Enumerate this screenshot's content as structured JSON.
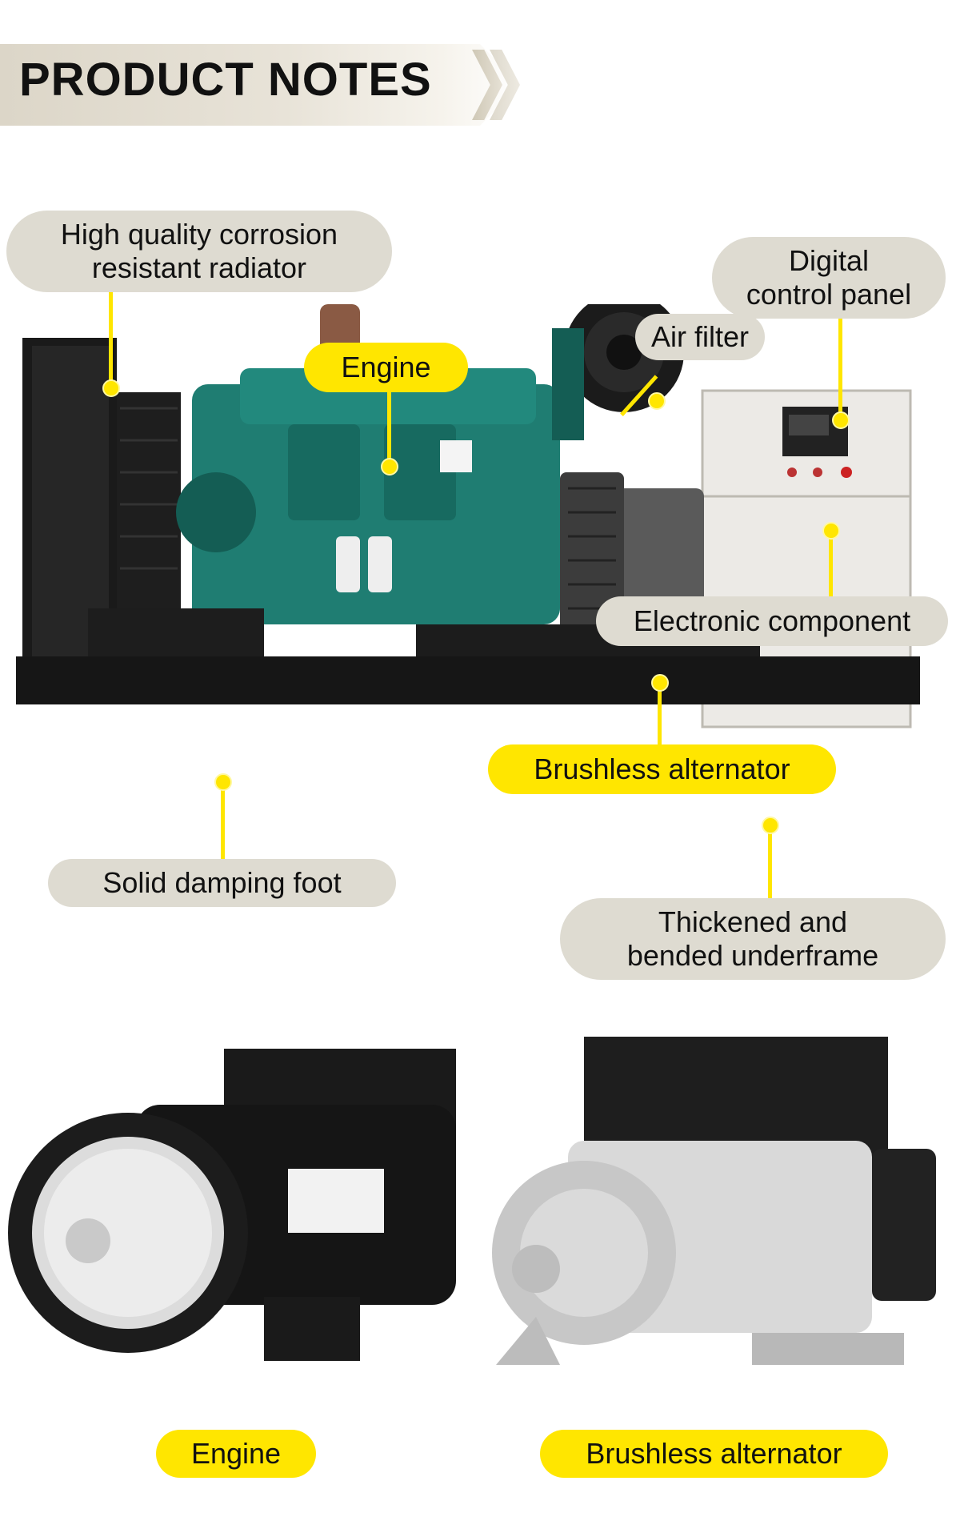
{
  "header": {
    "title": "PRODUCT NOTES"
  },
  "labels": {
    "radiator": "High quality corrosion\nresistant radiator",
    "control_panel": "Digital\ncontrol panel",
    "engine": "Engine",
    "air_filter": "Air filter",
    "electronic": "Electronic component",
    "alternator": "Brushless alternator",
    "damping_foot": "Solid damping foot",
    "underframe": "Thickened and\nbended underframe"
  },
  "bottom": {
    "left_label": "Engine",
    "right_label": "Brushless alternator"
  },
  "colors": {
    "accent_yellow": "#ffe600",
    "pill_gray": "#dedbd1",
    "engine_teal": "#1f7d72",
    "frame_black": "#161616"
  }
}
